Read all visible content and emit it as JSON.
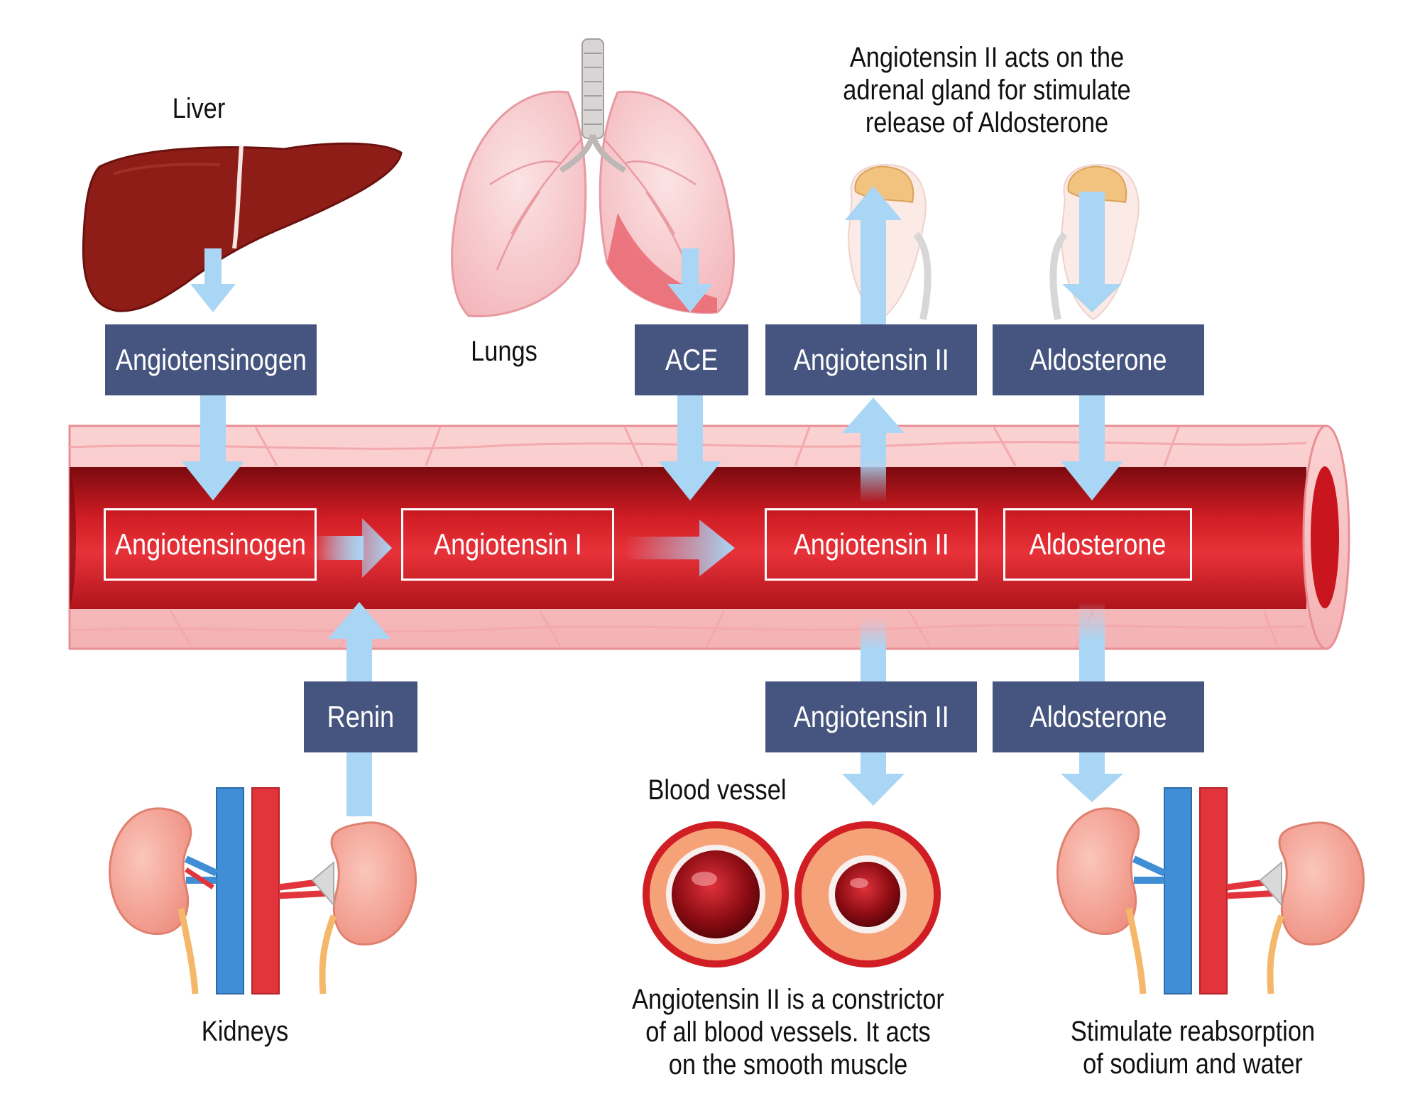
{
  "labels": {
    "liver": "Liver",
    "lungs": "Lungs",
    "adrenal_note": [
      "Angiotensin II acts on the",
      "adrenal gland for stimulate",
      "release of Aldosterone"
    ],
    "kidneys": "Kidneys",
    "blood_vessel": "Blood vessel",
    "constrictor_note": [
      "Angiotensin II is a constrictor",
      "of all blood vessels. It acts",
      "on the smooth muscle"
    ],
    "reabsorption_note": [
      "Stimulate reabsorption",
      "of sodium and water"
    ]
  },
  "boxes_top": {
    "angiotensinogen": "Angiotensinogen",
    "ace": "ACE",
    "angiotensin_ii": "Angiotensin II",
    "aldosterone": "Aldosterone"
  },
  "boxes_vessel": {
    "angiotensinogen": "Angiotensinogen",
    "angiotensin_i": "Angiotensin I",
    "angiotensin_ii": "Angiotensin II",
    "aldosterone": "Aldosterone"
  },
  "boxes_bottom": {
    "renin": "Renin",
    "angiotensin_ii": "Angiotensin II",
    "aldosterone": "Aldosterone"
  },
  "colors": {
    "navy_box": "#46557f",
    "arrow": "#a9d6f5",
    "vessel_red": "#d91e26",
    "vessel_wall": "#f7c3c3",
    "liver": "#8e1d18",
    "kidney": "#f5a99c"
  }
}
